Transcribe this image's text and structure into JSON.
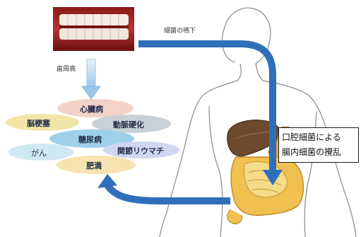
{
  "labels": {
    "bacteria_swallow": "細菌の嚥下",
    "periodontal": "歯周病",
    "heart_disease": "心臓病",
    "cerebral_infarction": "脳梗塞",
    "arteriosclerosis": "動脈硬化",
    "diabetes": "糖尿病",
    "cancer": "がん",
    "rheumatoid": "関節リウマチ",
    "obesity": "肥満"
  },
  "callout": {
    "line1": "口腔細菌による",
    "line2": "腸内細菌の攪乱"
  },
  "colors": {
    "arrow_blue": "#2f6fba",
    "heart_blob": "#f2d2c9",
    "infarction_blob": "#f1e6a8",
    "arterio_blob": "#c9d1d6",
    "diabetes_blob": "#9fd0ea",
    "cancer_blob": "#cfe9f3",
    "rheumatoid_blob": "#cfd6f0",
    "obesity_blob": "#f7e3b0",
    "liver": "#6b4a2e",
    "intestine": "#f0c050"
  }
}
